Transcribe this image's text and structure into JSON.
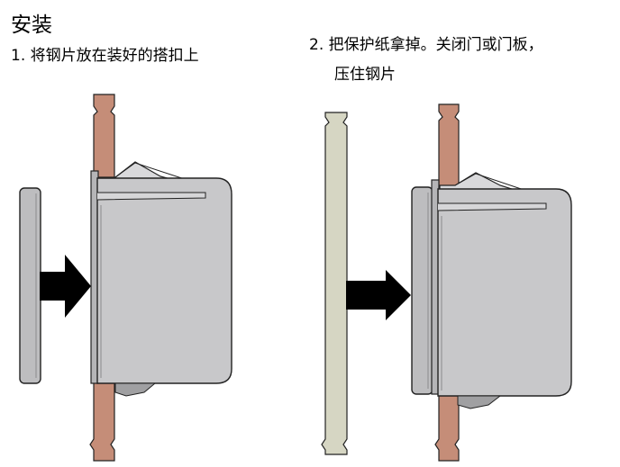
{
  "heading": {
    "title": "安装"
  },
  "steps": [
    {
      "text": "1. 将钢片放在装好的搭扣上"
    },
    {
      "line1": "2. 把保护纸拿掉。关闭门或门板，",
      "line2": "压住钢片"
    }
  ],
  "colors": {
    "wood": "#c58d78",
    "door_panel": "#d6d6c3",
    "latch_body": "#c8c8ca",
    "plate": "#bdbdbf",
    "arrow": "#000000",
    "outline": "#222222"
  }
}
